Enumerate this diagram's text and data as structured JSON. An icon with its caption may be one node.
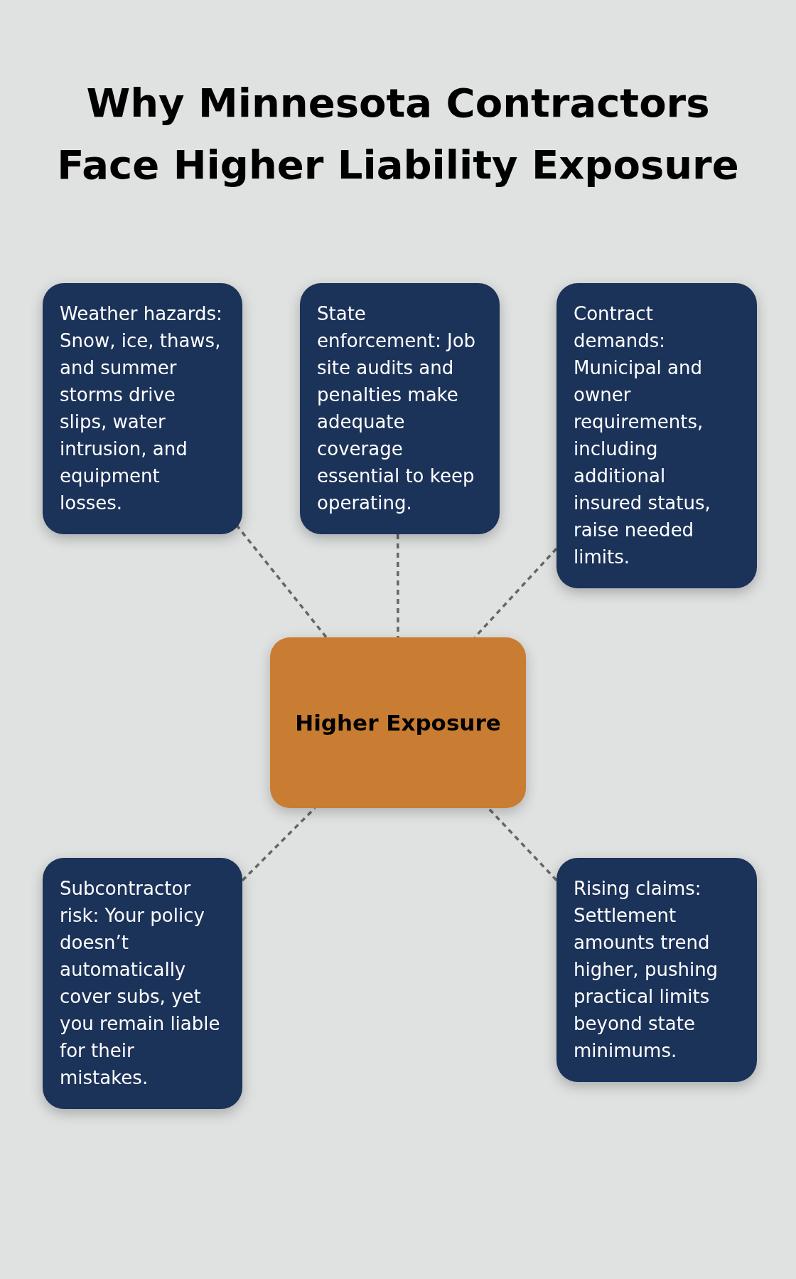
{
  "diagram": {
    "title": "Why Minnesota Contractors Face Higher Liability Exposure",
    "nodes": [
      {
        "text": [
          "Weather hazards: Snow, ice, thaws, and summer storms drive slips, water intrusion, and equipment losses."
        ]
      },
      {
        "text": [
          "State enforcement: Job site audits and penalties make adequate coverage essential to keep operating."
        ]
      },
      {
        "text": [
          "Contract demands: Municipal and owner requirements, including additional insured status, raise needed limits."
        ]
      },
      {
        "text": [
          "Higher Exposure"
        ]
      },
      {
        "text": [
          "Subcontractor risk: Your policy doesn’t automatically cover subs, yet you remain liable for their mistakes."
        ]
      },
      {
        "text": [
          "Rising claims: Settlement amounts trend higher, pushing practical limits beyond state minimums."
        ]
      }
    ],
    "edges": [
      {
        "from": 0,
        "to": 3,
        "arrow": "none",
        "style": "dashed"
      },
      {
        "from": 1,
        "to": 3,
        "arrow": "none",
        "style": "dashed"
      },
      {
        "from": 2,
        "to": 3,
        "arrow": "none",
        "style": "dashed"
      },
      {
        "from": 4,
        "to": 3,
        "arrow": "none",
        "style": "dashed"
      },
      {
        "from": 5,
        "to": 3,
        "arrow": "none",
        "style": "dashed"
      }
    ]
  }
}
